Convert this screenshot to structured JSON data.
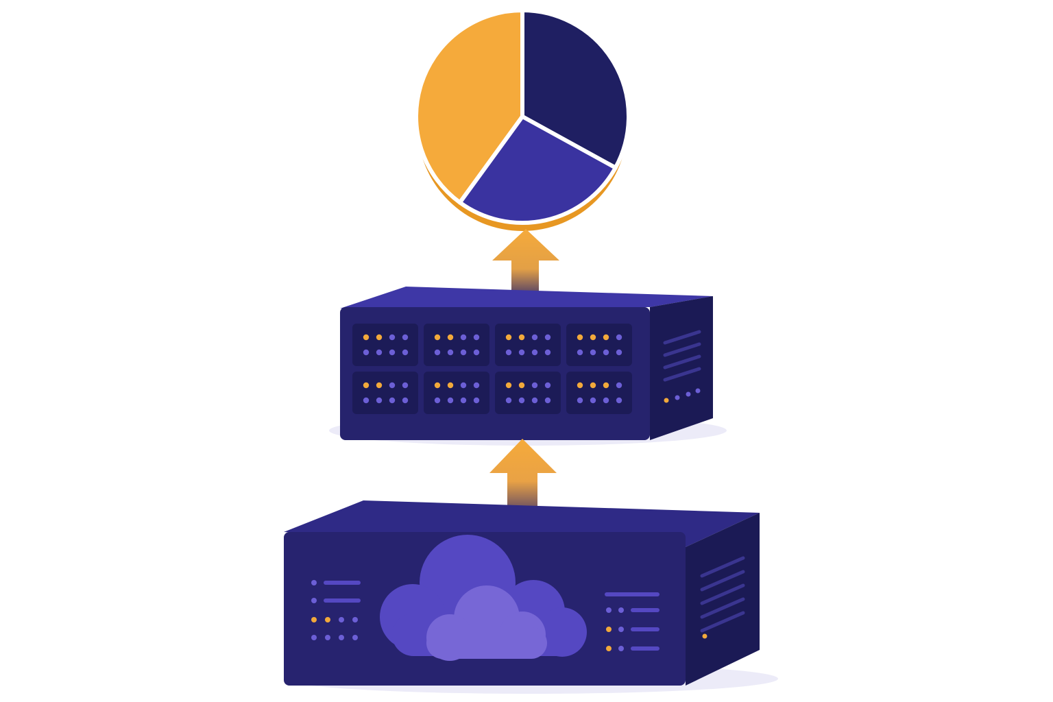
{
  "colors": {
    "background": "#ffffff",
    "orange": "#f5aa3b",
    "orange_dark": "#e79722",
    "navy": "#1f1f62",
    "indigo": "#3a33a0",
    "server_top": "#3e37a6",
    "server_front": "#26236d",
    "server_side": "#1b1a55",
    "module": "#1c1b57",
    "dot_orange": "#f2a93b",
    "dot_purple": "#6c5fd6",
    "cloud_back": "#5548c2",
    "cloud_front": "#7767d6",
    "shadow": "#ecebf8"
  },
  "diagram": {
    "pie_chart": {
      "icon": "pie-chart-icon",
      "slices": [
        {
          "name": "orange-slice",
          "share": 0.4,
          "color": "#f5aa3b"
        },
        {
          "name": "navy-slice",
          "share": 0.33,
          "color": "#1f1f62"
        },
        {
          "name": "indigo-slice",
          "share": 0.27,
          "color": "#3a33a0"
        }
      ]
    },
    "arrows": [
      {
        "name": "arrow-to-pie",
        "direction": "up"
      },
      {
        "name": "arrow-to-server",
        "direction": "up"
      }
    ],
    "server": {
      "icon": "server-rack-icon",
      "module_rows": 2,
      "module_columns": 4
    },
    "cloud_base": {
      "icon": "cloud-storage-icon"
    }
  }
}
